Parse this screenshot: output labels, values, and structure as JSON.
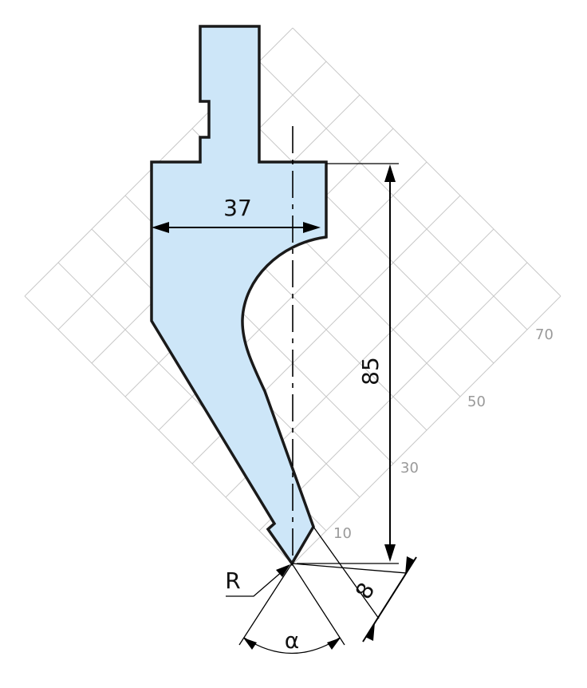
{
  "diagram": {
    "grid_labels": [
      "10",
      "30",
      "50",
      "70"
    ],
    "dimensions": {
      "width_label": "37",
      "height_label": "85",
      "tip_label": "8",
      "radius_label": "R",
      "angle_label": "α"
    },
    "colors": {
      "tool_fill": "#cde6f8",
      "outline": "#1a1a1a",
      "grid": "#c8c8c8",
      "grid_text": "#9a9a9a"
    }
  }
}
